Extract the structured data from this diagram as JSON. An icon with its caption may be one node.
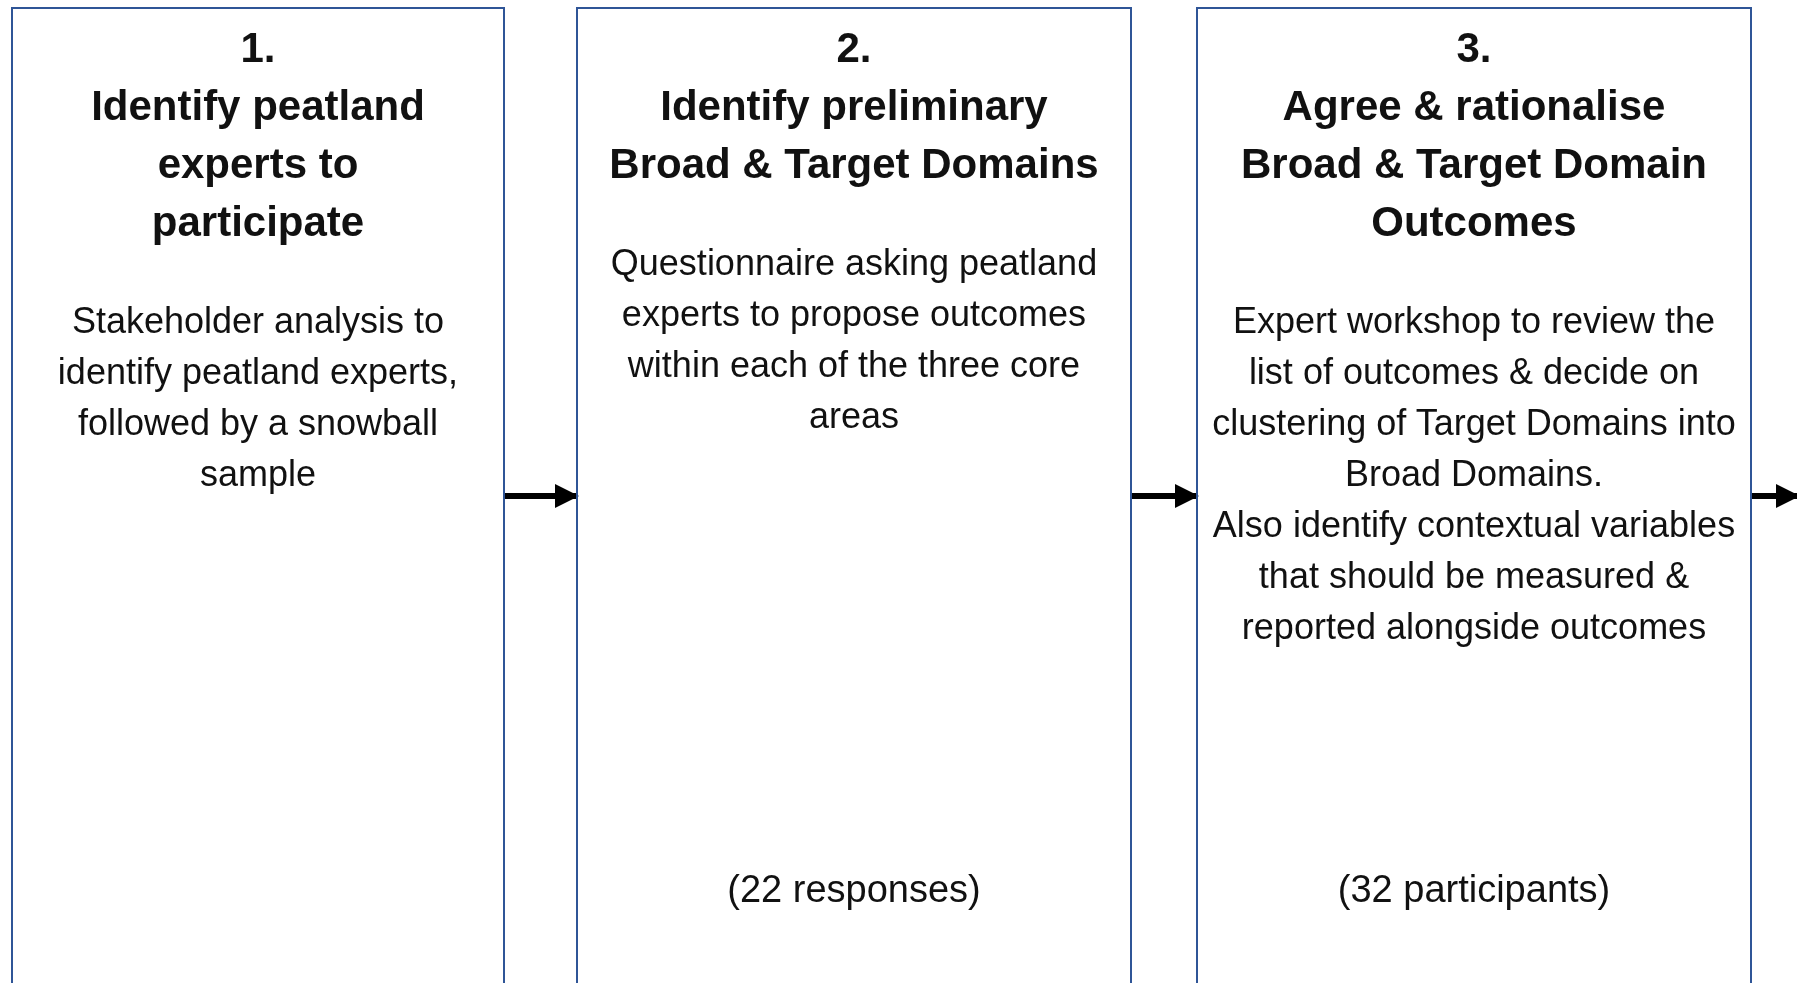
{
  "diagram": {
    "nodes": [
      {
        "text": [
          "1.",
          "Identify peatland experts to participate",
          "Stakeholder analysis to identify peatland experts, followed by a snowball sample"
        ]
      },
      {
        "text": [
          "2.",
          "Identify preliminary Broad & Target Domains",
          "Questionnaire asking peatland experts to propose outcomes within each of the three core areas",
          "(22 responses)"
        ]
      },
      {
        "text": [
          "3.",
          "Agree & rationalise Broad & Target Domain Outcomes",
          "Expert workshop to review the list of outcomes & decide on clustering of Target Domains into Broad Domains.",
          "Also identify contextual variables that should be measured & reported alongside outcomes",
          "(32 participants)"
        ]
      }
    ],
    "edges": [
      {
        "from": 0,
        "to": 1,
        "arrow": "to"
      },
      {
        "from": 1,
        "to": 2,
        "arrow": "to"
      },
      {
        "from": 2,
        "to": null,
        "arrow": "to"
      }
    ]
  }
}
